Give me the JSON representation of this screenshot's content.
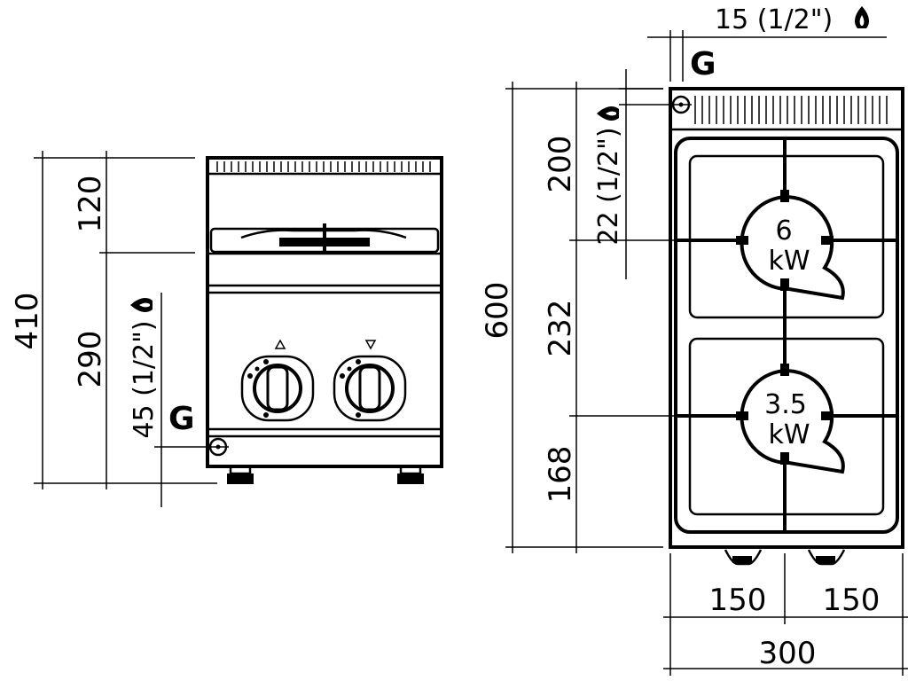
{
  "front_view": {
    "total_height": "410",
    "top_section": "120",
    "lower_section": "290",
    "gas_height": "45 (1/2\")",
    "gas_label": "G"
  },
  "top_view": {
    "gas_offset_side": "15 (1/2\")",
    "gas_offset_top": "22 (1/2\")",
    "gas_label": "G",
    "depth_total": "600",
    "depth_back": "200",
    "depth_mid": "232",
    "depth_front": "168",
    "width_left": "150",
    "width_right": "150",
    "width_total": "300",
    "burner_back_power_value": "6",
    "burner_back_power_unit": "kW",
    "burner_front_power_value": "3.5",
    "burner_front_power_unit": "kW"
  }
}
